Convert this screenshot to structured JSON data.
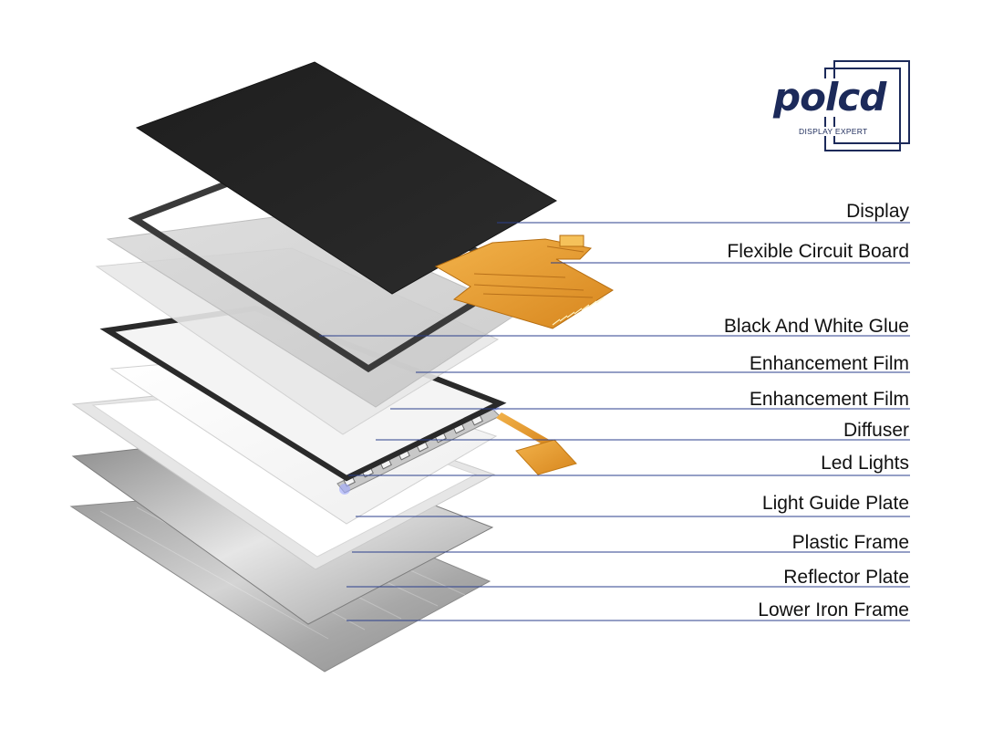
{
  "brand": {
    "name": "polcd",
    "tagline": "DISPLAY EXPERT"
  },
  "colors": {
    "leader_line": "#2b3f8c",
    "brand": "#1c2a5a",
    "fpc": "#e49a2a"
  },
  "layers": [
    {
      "label": "Display"
    },
    {
      "label": "Flexible Circuit Board"
    },
    {
      "label": "Black And White Glue"
    },
    {
      "label": "Enhancement Film"
    },
    {
      "label": "Enhancement Film"
    },
    {
      "label": "Diffuser"
    },
    {
      "label": "Led Lights"
    },
    {
      "label": "Light Guide Plate"
    },
    {
      "label": "Plastic Frame"
    },
    {
      "label": "Reflector Plate"
    },
    {
      "label": "Lower Iron Frame"
    }
  ]
}
